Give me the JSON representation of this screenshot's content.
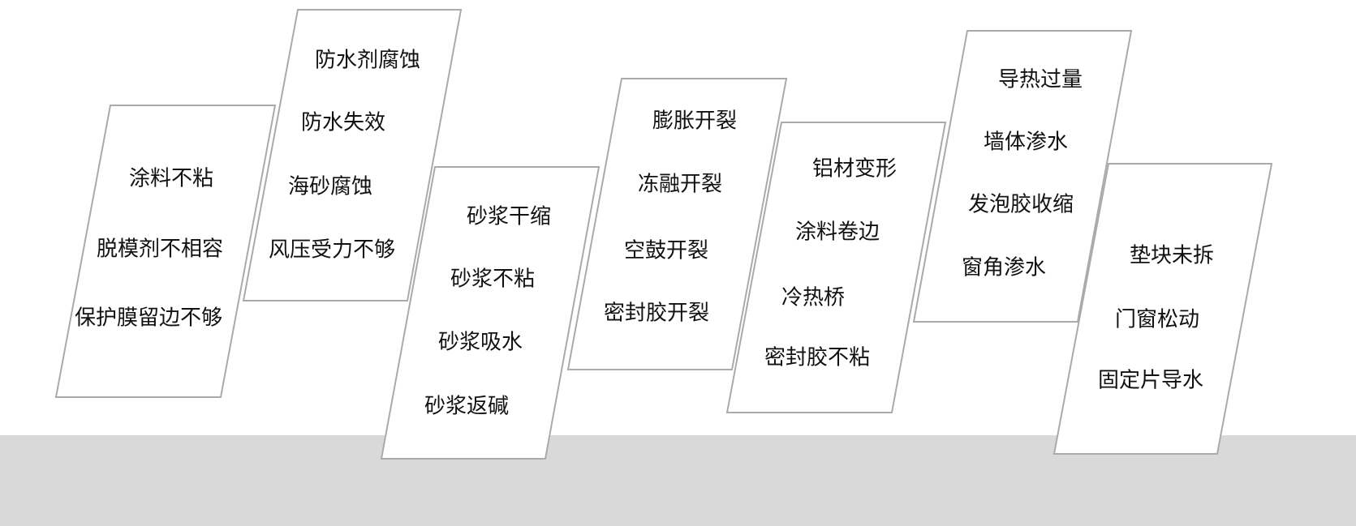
{
  "groups": [
    {
      "items": [
        "涂料不粘",
        "脱模剂不相容",
        "保护膜留边不够"
      ]
    },
    {
      "items": [
        "防水剂腐蚀",
        "防水失效",
        "海砂腐蚀",
        "风压受力不够"
      ]
    },
    {
      "items": [
        "砂浆干缩",
        "砂浆不粘",
        "砂浆吸水",
        "砂浆返碱"
      ]
    },
    {
      "items": [
        "膨胀开裂",
        "冻融开裂",
        "空鼓开裂",
        "密封胶开裂"
      ]
    },
    {
      "items": [
        "铝材变形",
        "涂料卷边",
        "冷热桥",
        "密封胶不粘"
      ]
    },
    {
      "items": [
        "导热过量",
        "墙体渗水",
        "发泡胶收缩",
        "窗角渗水"
      ]
    },
    {
      "items": [
        "垫块未拆",
        "门窗松动",
        "固定片导水"
      ]
    }
  ],
  "colors": {
    "border": "#aaaaaa",
    "ground": "#d9d9d9",
    "text": "#111111"
  }
}
